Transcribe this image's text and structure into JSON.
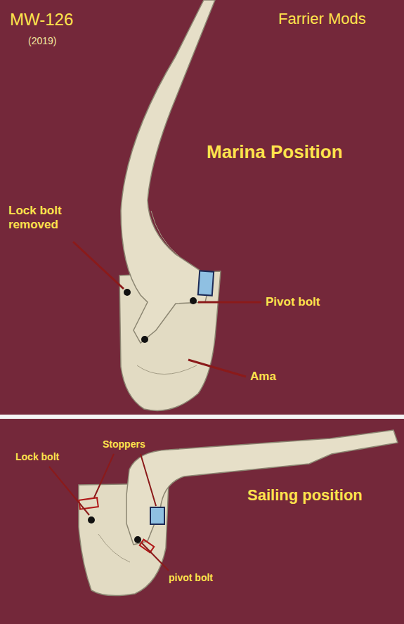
{
  "diagram": {
    "labels": [
      "MW-126",
      "(2019)",
      "Farrier Mods",
      "Marina Position",
      "Lock bolt removed",
      "Pivot bolt",
      "Ama",
      "Stoppers",
      "Lock bolt",
      "Sailing position",
      "pivot bolt"
    ]
  }
}
